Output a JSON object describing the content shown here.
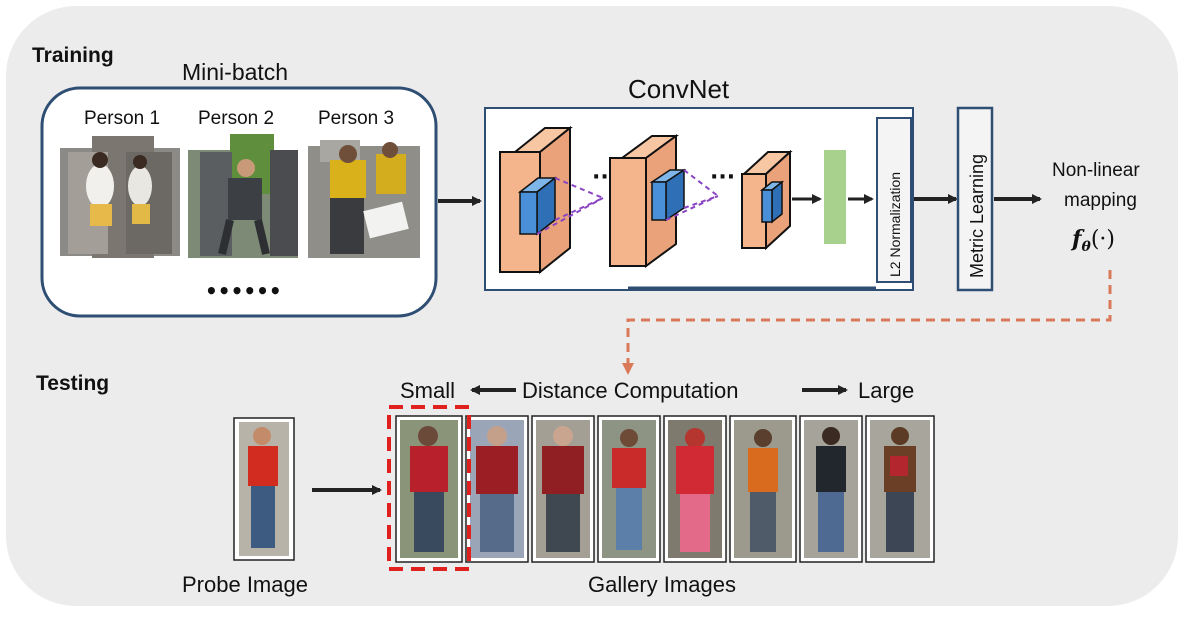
{
  "training": {
    "section_label": "Training",
    "minibatch_label": "Mini-batch",
    "persons": [
      "Person 1",
      "Person 2",
      "Person 3"
    ],
    "ellipsis": "••••••"
  },
  "network": {
    "convnet_label": "ConvNet",
    "dots": [
      "···",
      "···"
    ],
    "l2_label": "L2 Normalization",
    "metric_label": "Metric Learning",
    "mapping_line1": "Non-linear",
    "mapping_line2": "mapping",
    "mapping_formula": "fθ(·)",
    "mapping_symbol": "f",
    "mapping_subscript": "θ",
    "mapping_argument": "(·)"
  },
  "testing": {
    "section_label": "Testing",
    "small_label": "Small",
    "distance_label": "Distance Computation",
    "large_label": "Large",
    "probe_label": "Probe Image",
    "gallery_label": "Gallery Images"
  },
  "colors": {
    "panel_bg": "#ececec",
    "box_border": "#2e4e73",
    "conv_orange": "#f5b58c",
    "conv_blue": "#4a90d9",
    "fc_green": "#a8d18d",
    "dashed_orange": "#d9795a",
    "dashed_red": "#e0201c",
    "dashed_purple": "#8a45c2"
  }
}
